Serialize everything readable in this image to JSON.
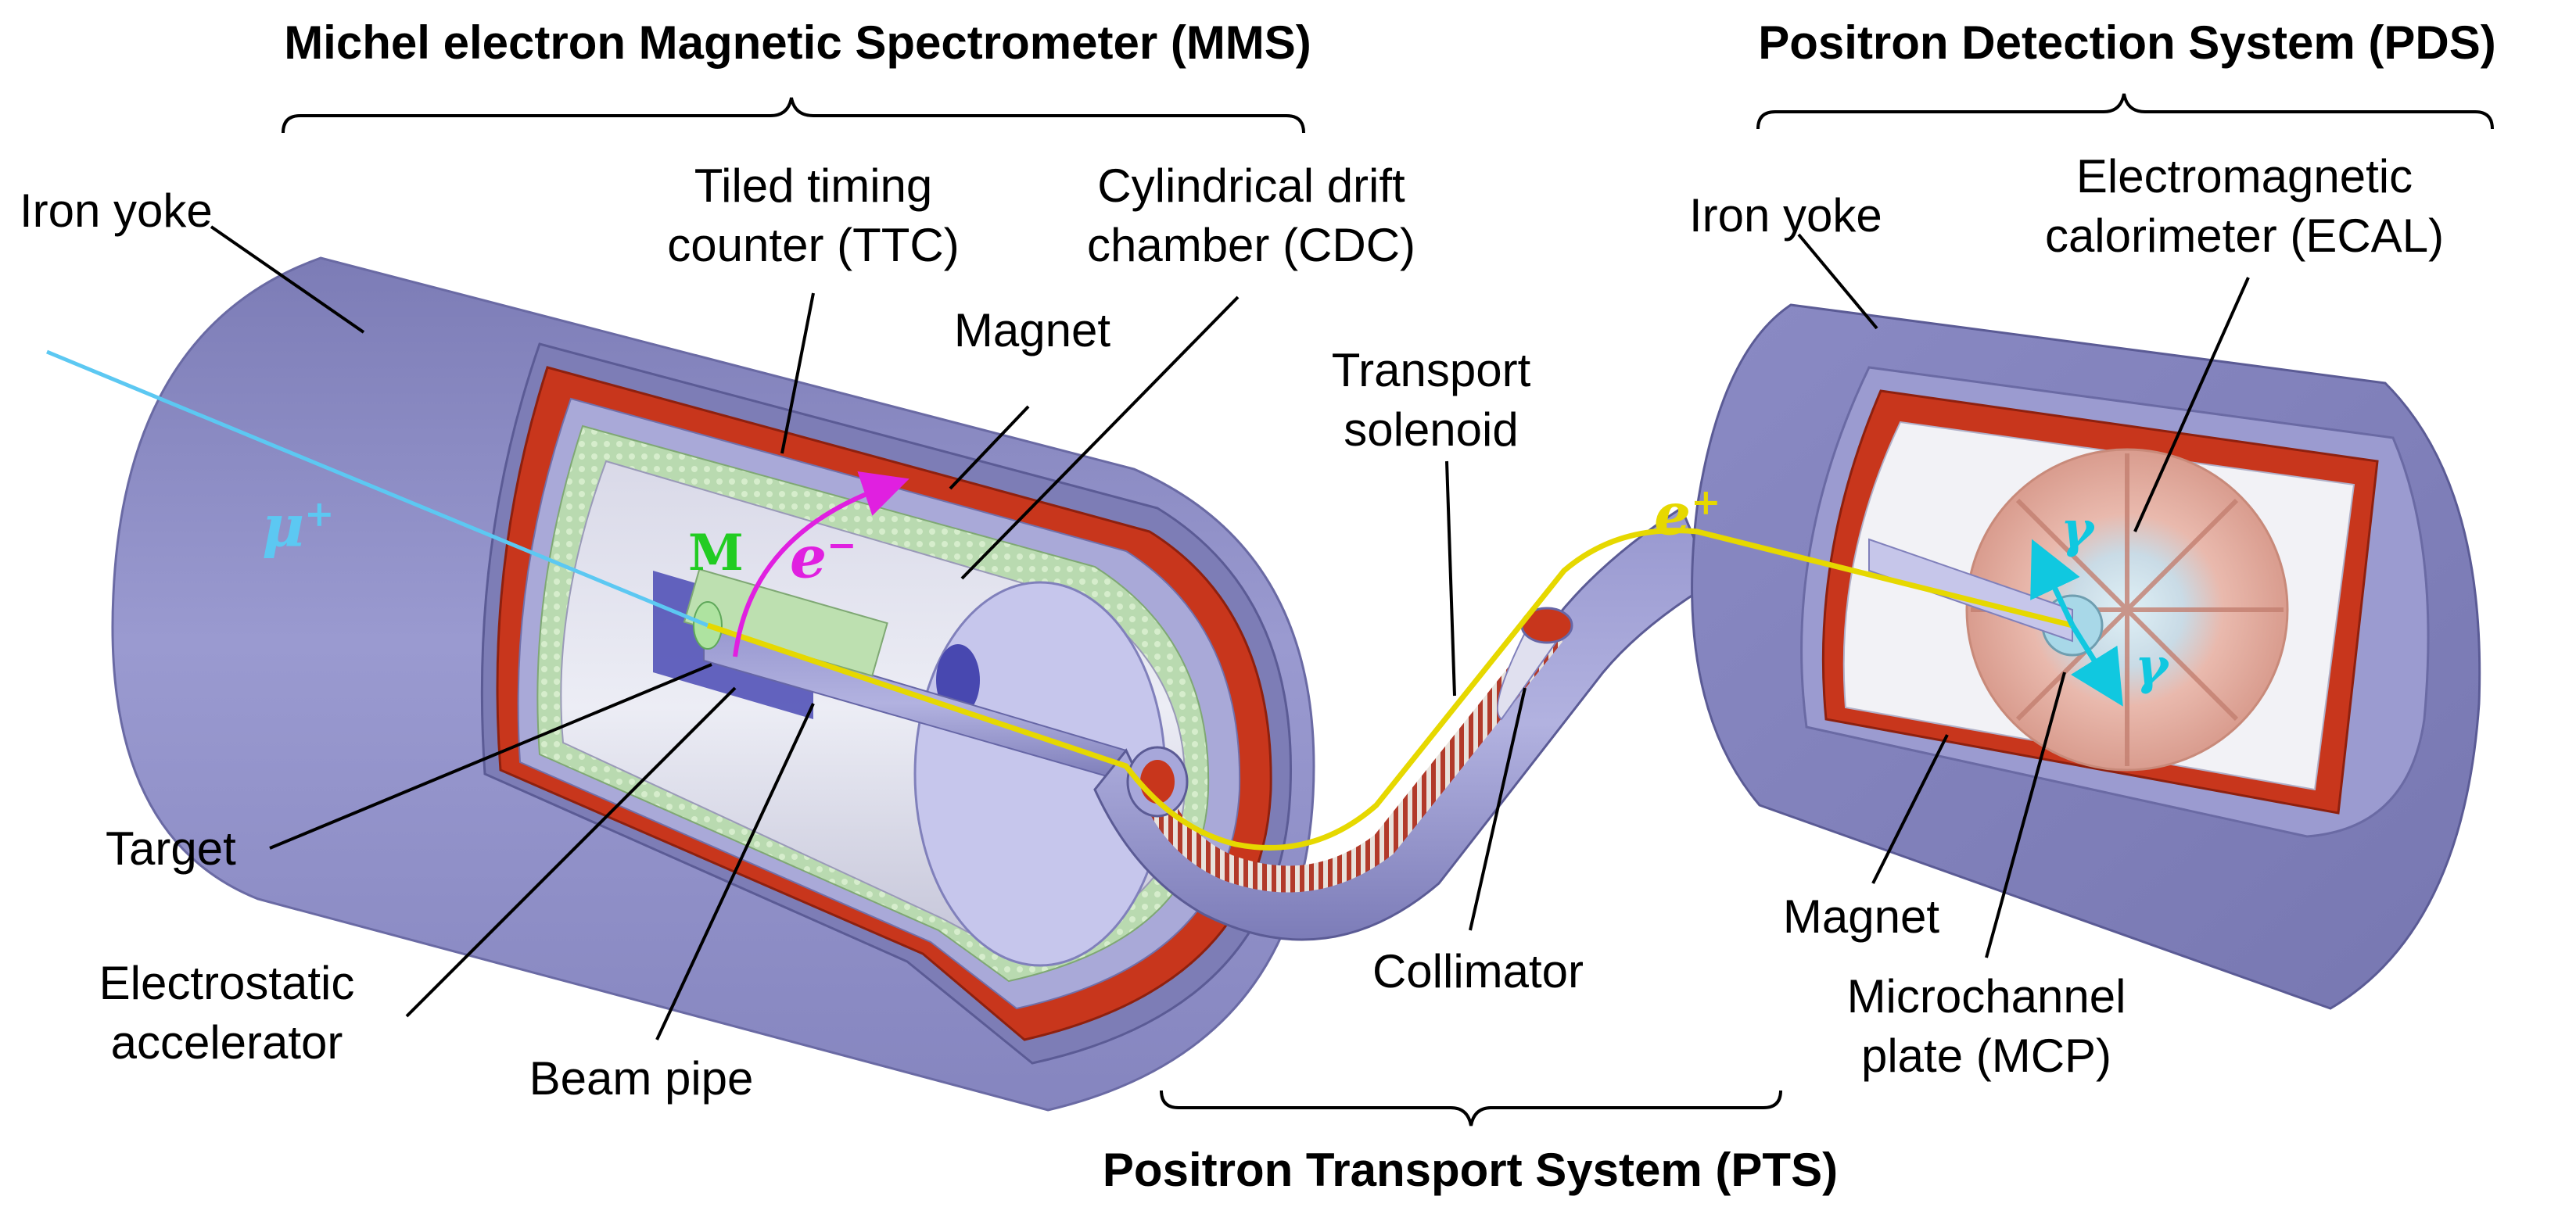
{
  "headers": {
    "mms": "Michel electron Magnetic Spectrometer (MMS)",
    "pds": "Positron Detection System (PDS)",
    "pts": "Positron Transport System (PTS)"
  },
  "labels": {
    "iron_yoke_left": "Iron yoke",
    "ttc": [
      "Tiled timing",
      "counter (TTC)"
    ],
    "cdc": [
      "Cylindrical drift",
      "chamber (CDC)"
    ],
    "magnet_top": "Magnet",
    "transport_solenoid": [
      "Transport",
      "solenoid"
    ],
    "iron_yoke_right": "Iron yoke",
    "ecal": [
      "Electromagnetic",
      "calorimeter (ECAL)"
    ],
    "target": "Target",
    "electrostatic_accelerator": [
      "Electrostatic",
      "accelerator"
    ],
    "beam_pipe": "Beam pipe",
    "collimator": "Collimator",
    "magnet_bottom": "Magnet",
    "mcp": [
      "Microchannel",
      "plate (MCP)"
    ]
  },
  "symbols": {
    "muon": {
      "base": "μ",
      "sup": "+"
    },
    "muonium": "M",
    "electron": {
      "base": "e",
      "sup": "−"
    },
    "positron": {
      "base": "e",
      "sup": "+"
    },
    "gamma": "γ"
  },
  "colors": {
    "yoke": "#8f8fc7",
    "magnet": "#c8361c",
    "muon_beam": "#5cc8f2",
    "muonium": "#22cc22",
    "electron": "#e020e0",
    "positron": "#e6d800",
    "gamma": "#10c8e0"
  }
}
